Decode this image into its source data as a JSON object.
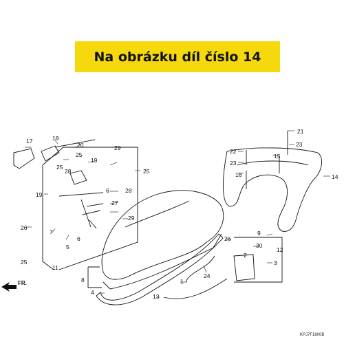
{
  "banner": {
    "text": "Na obrázku díl číslo 14",
    "background": "#f5d90d"
  },
  "callouts": {
    "c1": "1",
    "c2": "2",
    "c3": "3",
    "c4": "4",
    "c5": "5",
    "c6": "6",
    "c7": "7",
    "c8": "8",
    "c9": "9",
    "c11": "11",
    "c12": "12",
    "c13": "13",
    "c14": "14",
    "c15": "15",
    "c16": "16",
    "c17": "17",
    "c18": "18",
    "c19": "19",
    "c19b": "19",
    "c20": "20",
    "c21": "21",
    "c22": "22",
    "c23a": "23",
    "c23b": "23",
    "c24": "24",
    "c25a": "25",
    "c25b": "25",
    "c25c": "25",
    "c26a": "26",
    "c26b": "26",
    "c27": "27",
    "c28a": "28",
    "c28b": "28",
    "c29a": "29",
    "c29b": "29",
    "c30": "30"
  },
  "direction_label": "FR.",
  "diagram_code": "KPJ7F1800B"
}
